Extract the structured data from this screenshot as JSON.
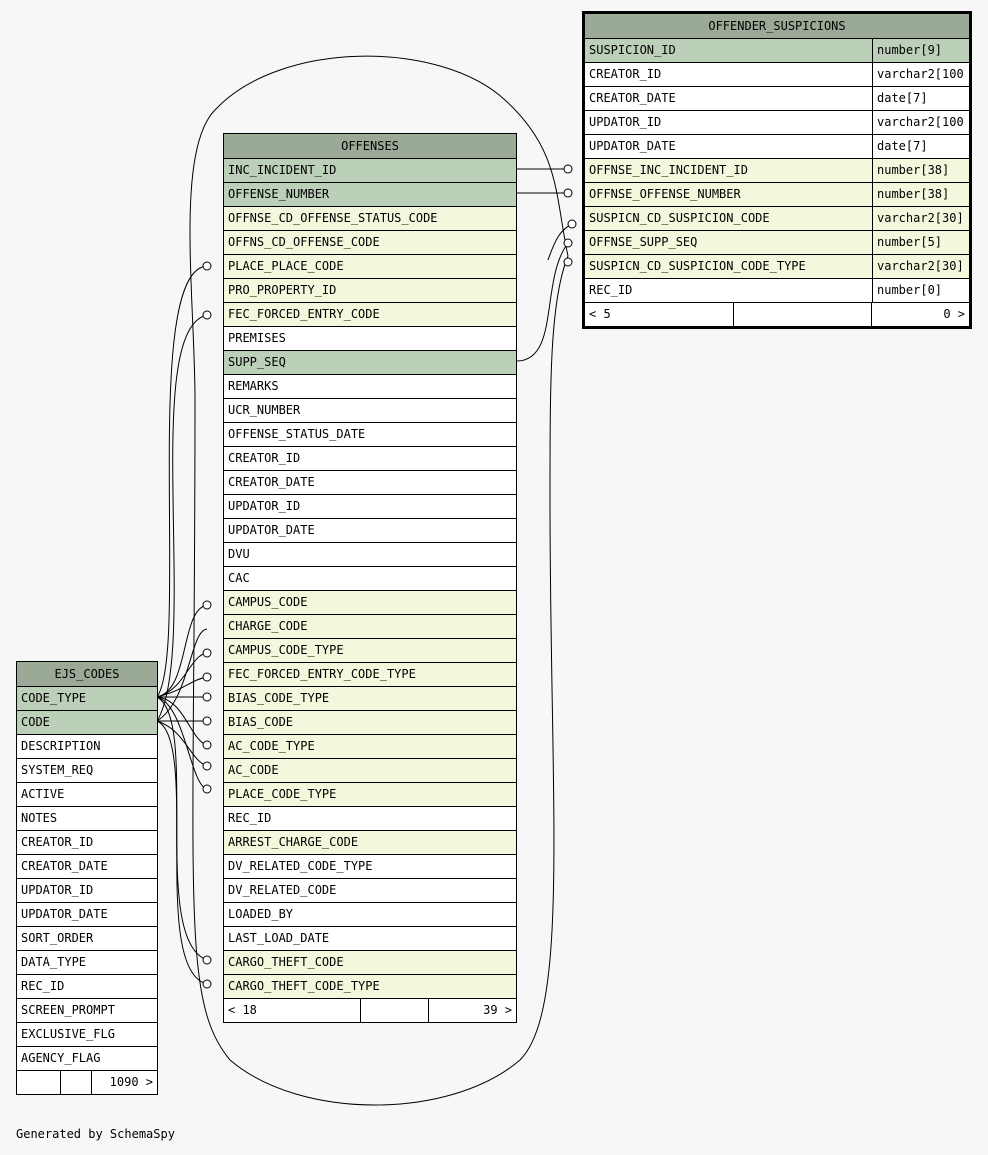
{
  "offender_suspicions": {
    "title": "OFFENDER_SUSPICIONS",
    "columns": [
      {
        "name": "SUSPICION_ID",
        "type": "number[9]",
        "kind": "pk"
      },
      {
        "name": "CREATOR_ID",
        "type": "varchar2[100",
        "kind": "plain"
      },
      {
        "name": "CREATOR_DATE",
        "type": "date[7]",
        "kind": "plain"
      },
      {
        "name": "UPDATOR_ID",
        "type": "varchar2[100",
        "kind": "plain"
      },
      {
        "name": "UPDATOR_DATE",
        "type": "date[7]",
        "kind": "plain"
      },
      {
        "name": "OFFNSE_INC_INCIDENT_ID",
        "type": "number[38]",
        "kind": "fk"
      },
      {
        "name": "OFFNSE_OFFENSE_NUMBER",
        "type": "number[38]",
        "kind": "fk"
      },
      {
        "name": "SUSPICN_CD_SUSPICION_CODE",
        "type": "varchar2[30]",
        "kind": "fk"
      },
      {
        "name": "OFFNSE_SUPP_SEQ",
        "type": "number[5]",
        "kind": "fk"
      },
      {
        "name": "SUSPICN_CD_SUSPICION_CODE_TYPE",
        "type": "varchar2[30]",
        "kind": "fk"
      },
      {
        "name": "REC_ID",
        "type": "number[0]",
        "kind": "plain"
      }
    ],
    "footer": {
      "parents": "< 5",
      "middle": "",
      "children": "0 >"
    }
  },
  "offenses": {
    "title": "OFFENSES",
    "columns": [
      {
        "name": "INC_INCIDENT_ID",
        "kind": "pk"
      },
      {
        "name": "OFFENSE_NUMBER",
        "kind": "pk"
      },
      {
        "name": "OFFNSE_CD_OFFENSE_STATUS_CODE",
        "kind": "fk"
      },
      {
        "name": "OFFNS_CD_OFFENSE_CODE",
        "kind": "fk"
      },
      {
        "name": "PLACE_PLACE_CODE",
        "kind": "fk"
      },
      {
        "name": "PRO_PROPERTY_ID",
        "kind": "fk"
      },
      {
        "name": "FEC_FORCED_ENTRY_CODE",
        "kind": "fk"
      },
      {
        "name": "PREMISES",
        "kind": "plain"
      },
      {
        "name": "SUPP_SEQ",
        "kind": "pk"
      },
      {
        "name": "REMARKS",
        "kind": "plain"
      },
      {
        "name": "UCR_NUMBER",
        "kind": "plain"
      },
      {
        "name": "OFFENSE_STATUS_DATE",
        "kind": "plain"
      },
      {
        "name": "CREATOR_ID",
        "kind": "plain"
      },
      {
        "name": "CREATOR_DATE",
        "kind": "plain"
      },
      {
        "name": "UPDATOR_ID",
        "kind": "plain"
      },
      {
        "name": "UPDATOR_DATE",
        "kind": "plain"
      },
      {
        "name": "DVU",
        "kind": "plain"
      },
      {
        "name": "CAC",
        "kind": "plain"
      },
      {
        "name": "CAMPUS_CODE",
        "kind": "fk"
      },
      {
        "name": "CHARGE_CODE",
        "kind": "fk"
      },
      {
        "name": "CAMPUS_CODE_TYPE",
        "kind": "fk"
      },
      {
        "name": "FEC_FORCED_ENTRY_CODE_TYPE",
        "kind": "fk"
      },
      {
        "name": "BIAS_CODE_TYPE",
        "kind": "fk"
      },
      {
        "name": "BIAS_CODE",
        "kind": "fk"
      },
      {
        "name": "AC_CODE_TYPE",
        "kind": "fk"
      },
      {
        "name": "AC_CODE",
        "kind": "fk"
      },
      {
        "name": "PLACE_CODE_TYPE",
        "kind": "fk"
      },
      {
        "name": "REC_ID",
        "kind": "plain"
      },
      {
        "name": "ARREST_CHARGE_CODE",
        "kind": "fk"
      },
      {
        "name": "DV_RELATED_CODE_TYPE",
        "kind": "plain"
      },
      {
        "name": "DV_RELATED_CODE",
        "kind": "plain"
      },
      {
        "name": "LOADED_BY",
        "kind": "plain"
      },
      {
        "name": "LAST_LOAD_DATE",
        "kind": "plain"
      },
      {
        "name": "CARGO_THEFT_CODE",
        "kind": "fk"
      },
      {
        "name": "CARGO_THEFT_CODE_TYPE",
        "kind": "fk"
      }
    ],
    "footer": {
      "parents": "< 18",
      "middle": "",
      "children": "39 >"
    }
  },
  "ejs_codes": {
    "title": "EJS_CODES",
    "columns": [
      {
        "name": "CODE_TYPE",
        "kind": "pk"
      },
      {
        "name": "CODE",
        "kind": "pk"
      },
      {
        "name": "DESCRIPTION",
        "kind": "plain"
      },
      {
        "name": "SYSTEM_REQ",
        "kind": "plain"
      },
      {
        "name": "ACTIVE",
        "kind": "plain"
      },
      {
        "name": "NOTES",
        "kind": "plain"
      },
      {
        "name": "CREATOR_ID",
        "kind": "plain"
      },
      {
        "name": "CREATOR_DATE",
        "kind": "plain"
      },
      {
        "name": "UPDATOR_ID",
        "kind": "plain"
      },
      {
        "name": "UPDATOR_DATE",
        "kind": "plain"
      },
      {
        "name": "SORT_ORDER",
        "kind": "plain"
      },
      {
        "name": "DATA_TYPE",
        "kind": "plain"
      },
      {
        "name": "REC_ID",
        "kind": "plain"
      },
      {
        "name": "SCREEN_PROMPT",
        "kind": "plain"
      },
      {
        "name": "EXCLUSIVE_FLG",
        "kind": "plain"
      },
      {
        "name": "AGENCY_FLAG",
        "kind": "plain"
      }
    ],
    "footer": {
      "parents": "",
      "middle": "",
      "children": "1090 >"
    }
  },
  "footer_text": "Generated by SchemaSpy"
}
